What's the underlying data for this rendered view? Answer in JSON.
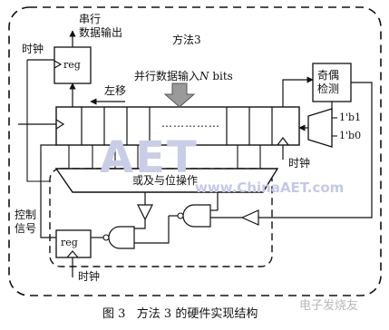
{
  "diagram": {
    "title": "方法3",
    "serial_out": "串行\n数据输出",
    "reg": "reg",
    "clock": "时钟",
    "parallel_in": "并行数据输入N bits",
    "parallel_in_prefix": "并行数据输入",
    "parallel_in_var": "N",
    "parallel_in_suffix": " bits",
    "shift_left": "左移",
    "parity": "奇偶\n检测",
    "mux_in1": "1'b1",
    "mux_in0": "1'b0",
    "or_and_op": "或及与位操作",
    "control_signal": "控制\n信号",
    "dots": "……………",
    "caption": "图 3   方法 3 的硬件实现结构"
  },
  "watermark": {
    "logo_text": "AET",
    "url": "www.ChinaAET.com",
    "corner": "电子发烧友"
  }
}
